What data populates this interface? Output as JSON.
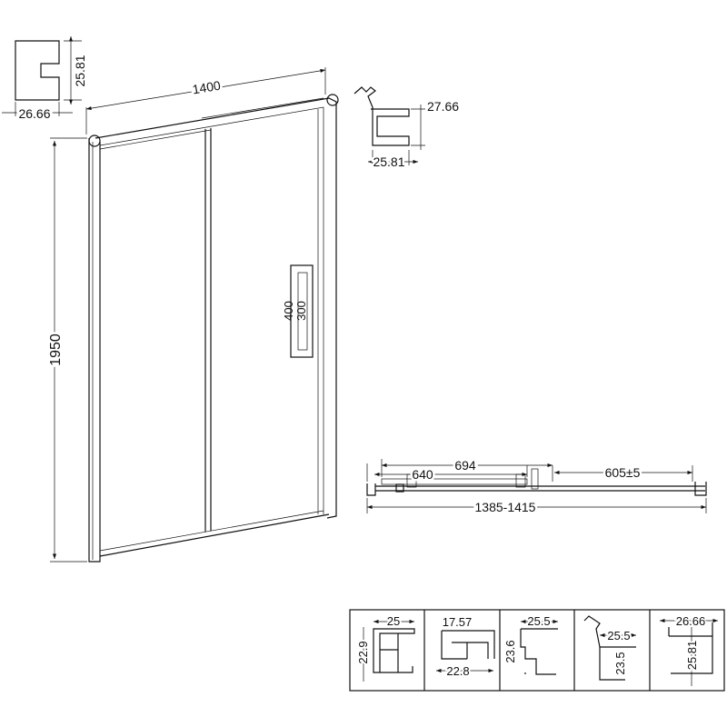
{
  "door": {
    "width_label": "1400",
    "height_label": "1950",
    "handle_outer_label": "400",
    "handle_inner_label": "300"
  },
  "profile_top_left": {
    "height_label": "25.81",
    "width_label": "26.66"
  },
  "profile_top_right": {
    "height_label": "27.66",
    "width_label": "25.81"
  },
  "plan_view": {
    "overall_label": "1385-1415",
    "panel_label": "694",
    "glass_label": "640",
    "opening_label": "605±5"
  },
  "profiles_table": [
    {
      "top": "25",
      "side": "22.9"
    },
    {
      "top": "17.57",
      "bottom": "22.8"
    },
    {
      "top": "25.5",
      "side": "23.6"
    },
    {
      "top": "25.5",
      "side": "23.5"
    },
    {
      "top": "26.66",
      "side": "25.81"
    }
  ]
}
